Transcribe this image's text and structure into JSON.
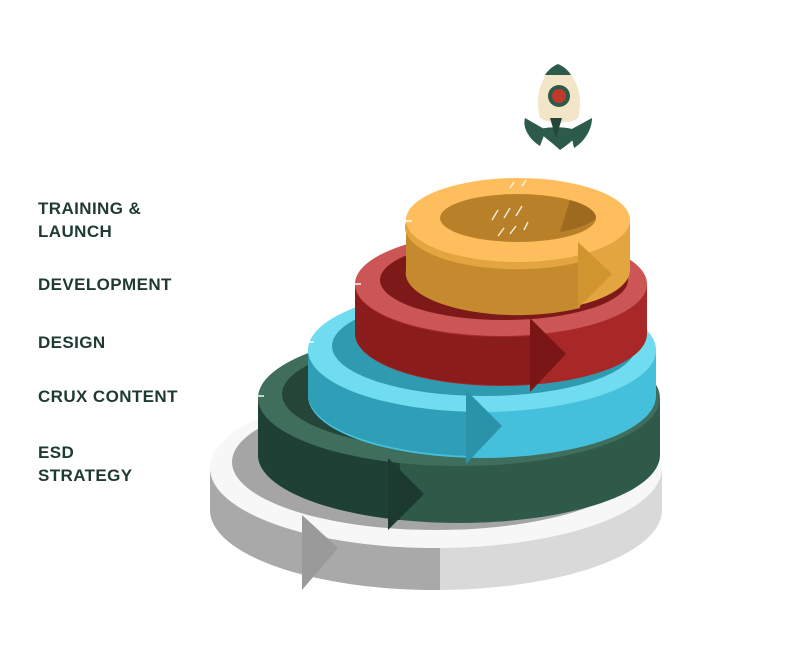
{
  "labels": [
    {
      "id": "training",
      "lines": [
        "TRAINING &",
        "LAUNCH"
      ]
    },
    {
      "id": "development",
      "lines": [
        "DEVELOPMENT"
      ]
    },
    {
      "id": "design",
      "lines": [
        "DESIGN"
      ]
    },
    {
      "id": "crux",
      "lines": [
        "CRUX CONTENT"
      ]
    },
    {
      "id": "esd",
      "lines": [
        "ESD",
        "STRATEGY"
      ]
    }
  ],
  "icons": {
    "rocket": "rocket-icon"
  },
  "colors": {
    "label_text": "#1f3a32",
    "base_gray": "#cfcfcf",
    "base_gray_dark": "#9a9a9a",
    "esd_green": "#2f5a4a",
    "esd_green_dark": "#1f4034",
    "crux_blue": "#45c0dc",
    "crux_blue_dark": "#2f9fb8",
    "design_red": "#a82828",
    "design_red_dark": "#7e1919",
    "training_gold": "#e3a53f",
    "training_gold_dark": "#b9802a",
    "rocket_cream": "#f3e6c8",
    "rocket_green": "#2c5b4b",
    "rocket_red": "#c0392b"
  }
}
